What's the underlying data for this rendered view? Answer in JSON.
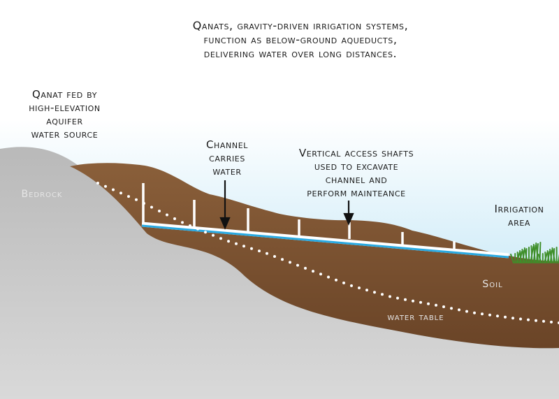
{
  "title": "Qanats, gravity-driven irrigation systems,\nfunction as below-ground aqueducts,\ndelivering water over long distances.",
  "labels": {
    "source": "Qanat fed by\nhigh-elevation\naquifer\nwater source",
    "channel": "Channel\ncarries\nwater",
    "shafts": "Vertical access shafts\nused to excavate\nchannel and\nperform mainteance",
    "irrigation": "Irrigation\narea",
    "bedrock": "Bedrock",
    "soil": "Soil",
    "water_table": "water table"
  },
  "colors": {
    "sky_top": "#ffffff",
    "sky_bottom": "#a9dcf2",
    "bedrock": "#c8c8c8",
    "soil": "#7a5230",
    "water": "#29a9e1",
    "grass": "#3f8f2a"
  }
}
